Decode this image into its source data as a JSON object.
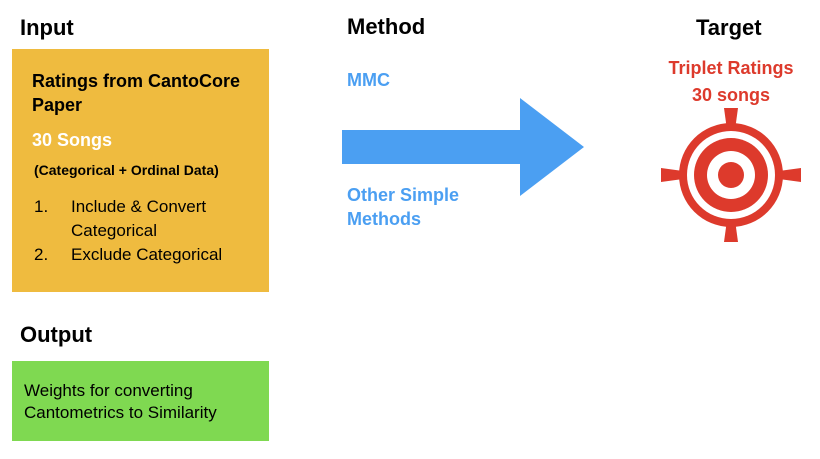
{
  "headings": {
    "input": "Input",
    "method": "Method",
    "target": "Target",
    "output": "Output"
  },
  "input_box": {
    "title": "Ratings from CantoCore Paper",
    "songs": "30 Songs",
    "data_type": "(Categorical + Ordinal Data)",
    "options": [
      {
        "number": "1.",
        "text": "Include & Convert Categorical"
      },
      {
        "number": "2.",
        "text": "Exclude Categorical"
      }
    ],
    "color": "#efbb3f"
  },
  "methods": {
    "primary": "MMC",
    "secondary": "Other Simple Methods",
    "color": "#4b9ff2"
  },
  "target": {
    "label": "Triplet Ratings",
    "count": "30 songs",
    "color": "#dd3a2c",
    "icon": "target-icon"
  },
  "output_box": {
    "text": "Weights for converting Cantometrics to Similarity",
    "color": "#7fd951"
  }
}
